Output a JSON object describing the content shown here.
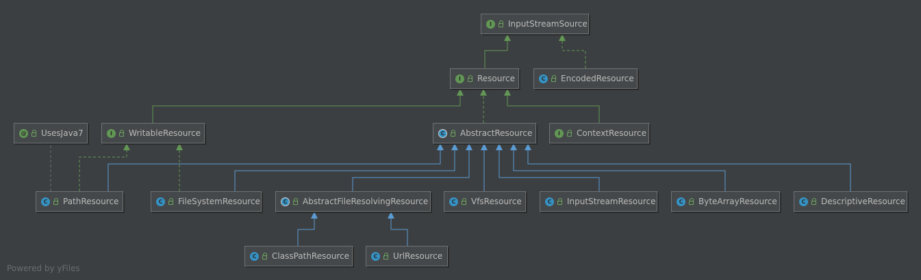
{
  "nodes": {
    "input_stream_source": {
      "badge": "I",
      "kind": "interface",
      "label": "InputStreamSource"
    },
    "resource": {
      "badge": "I",
      "kind": "interface",
      "label": "Resource"
    },
    "encoded_resource": {
      "badge": "C",
      "kind": "class",
      "label": "EncodedResource"
    },
    "uses_java7": {
      "badge": "@",
      "kind": "annotation",
      "label": "UsesJava7"
    },
    "writable_resource": {
      "badge": "I",
      "kind": "interface",
      "label": "WritableResource"
    },
    "abstract_resource": {
      "badge": "C",
      "kind": "abstract-class",
      "label": "AbstractResource"
    },
    "context_resource": {
      "badge": "I",
      "kind": "interface",
      "label": "ContextResource"
    },
    "path_resource": {
      "badge": "C",
      "kind": "class",
      "label": "PathResource"
    },
    "file_system_resource": {
      "badge": "C",
      "kind": "class",
      "label": "FileSystemResource"
    },
    "abstract_file_resolving_resource": {
      "badge": "C",
      "kind": "abstract-class",
      "label": "AbstractFileResolvingResource"
    },
    "vfs_resource": {
      "badge": "C",
      "kind": "class",
      "label": "VfsResource"
    },
    "input_stream_resource": {
      "badge": "C",
      "kind": "class",
      "label": "InputStreamResource"
    },
    "byte_array_resource": {
      "badge": "C",
      "kind": "class",
      "label": "ByteArrayResource"
    },
    "descriptive_resource": {
      "badge": "C",
      "kind": "class",
      "label": "DescriptiveResource"
    },
    "class_path_resource": {
      "badge": "C",
      "kind": "class",
      "label": "ClassPathResource"
    },
    "url_resource": {
      "badge": "C",
      "kind": "class",
      "label": "UrlResource"
    }
  },
  "edges": [
    {
      "from": "resource",
      "to": "input_stream_source",
      "type": "extends"
    },
    {
      "from": "encoded_resource",
      "to": "input_stream_source",
      "type": "implements"
    },
    {
      "from": "writable_resource",
      "to": "resource",
      "type": "extends"
    },
    {
      "from": "abstract_resource",
      "to": "resource",
      "type": "implements"
    },
    {
      "from": "context_resource",
      "to": "resource",
      "type": "extends"
    },
    {
      "from": "path_resource",
      "to": "writable_resource",
      "type": "implements"
    },
    {
      "from": "path_resource",
      "to": "uses_java7",
      "type": "annotated"
    },
    {
      "from": "file_system_resource",
      "to": "writable_resource",
      "type": "implements"
    },
    {
      "from": "path_resource",
      "to": "abstract_resource",
      "type": "extends-class"
    },
    {
      "from": "file_system_resource",
      "to": "abstract_resource",
      "type": "extends-class"
    },
    {
      "from": "abstract_file_resolving_resource",
      "to": "abstract_resource",
      "type": "extends-class"
    },
    {
      "from": "vfs_resource",
      "to": "abstract_resource",
      "type": "extends-class"
    },
    {
      "from": "input_stream_resource",
      "to": "abstract_resource",
      "type": "extends-class"
    },
    {
      "from": "byte_array_resource",
      "to": "abstract_resource",
      "type": "extends-class"
    },
    {
      "from": "descriptive_resource",
      "to": "abstract_resource",
      "type": "extends-class"
    },
    {
      "from": "class_path_resource",
      "to": "abstract_file_resolving_resource",
      "type": "extends-class"
    },
    {
      "from": "url_resource",
      "to": "abstract_file_resolving_resource",
      "type": "extends-class"
    }
  ],
  "colors": {
    "interface_edge": "#629755",
    "class_edge": "#5a9bd4",
    "annotation_edge": "#6a6d70",
    "background": "#3c3f41"
  },
  "footer": "Powered by yFiles"
}
